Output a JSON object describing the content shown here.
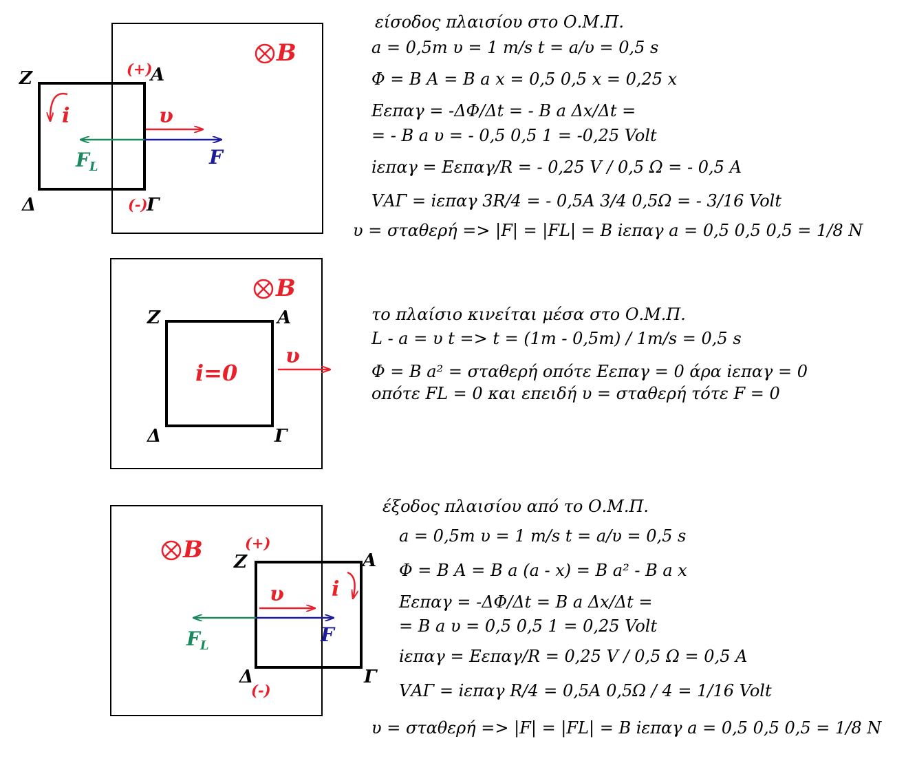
{
  "colors": {
    "red": "#e8202a",
    "green": "#1a8a5e",
    "blue": "#1c1c9a",
    "black": "#000000"
  },
  "magnetic_symbol": "circled-x-icon",
  "panel1": {
    "field_label": "B",
    "vertices": {
      "Z": "Z",
      "A": "A",
      "Gamma": "Γ",
      "Delta": "Δ"
    },
    "plus": "(+)",
    "minus": "(-)",
    "current": "i",
    "velocity": "υ",
    "lorentz": "F",
    "lorentz_sub": "L",
    "force": "F",
    "eq": [
      "είσοδος πλαισίου στο Ο.Μ.Π.",
      "a = 0,5m    υ = 1 m/s      t = a/υ = 0,5 s",
      "Φ = Β Α = Β a x = 0,5 0,5 x = 0,25 x",
      "Eεπαγ = -ΔΦ/Δt = - B a Δx/Δt =",
      " = - B a υ = - 0,5 0,5 1 = -0,25 Volt",
      "iεπαγ = Eεπαγ/R = - 0,25 V / 0,5 Ω = - 0,5 A",
      "VΑΓ = iεπαγ 3R/4 = - 0,5A 3/4 0,5Ω = - 3/16 Volt",
      "υ = σταθερή => |F| = |FL| = B iεπαγ a = 0,5 0,5 0,5 = 1/8 N"
    ]
  },
  "panel2": {
    "field_label": "B",
    "vertices": {
      "Z": "Z",
      "A": "A",
      "Gamma": "Γ",
      "Delta": "Δ"
    },
    "current_zero": "i=0",
    "velocity": "υ",
    "eq": [
      "το πλαίσιο κινείται μέσα στο Ο.Μ.Π.",
      "L - a = υ t => t = (1m - 0,5m) / 1m/s = 0,5 s",
      "Φ = Β a² = σταθερή  οπότε Eεπαγ = 0    άρα  iεπαγ = 0",
      "οπότε  FL = 0  και επειδή  υ = σταθερή  τότε F = 0"
    ]
  },
  "panel3": {
    "field_label": "B",
    "vertices": {
      "Z": "Z",
      "A": "A",
      "Gamma": "Γ",
      "Delta": "Δ"
    },
    "plus": "(+)",
    "minus": "(-)",
    "current": "i",
    "velocity": "υ",
    "lorentz": "F",
    "lorentz_sub": "L",
    "force": "F",
    "eq": [
      "έξοδος πλαισίου από το Ο.Μ.Π.",
      "a = 0,5m    υ = 1 m/s      t = a/υ = 0,5 s",
      "Φ = Β Α =  Β a (a - x) = B a² - B a x",
      "Eεπαγ = -ΔΦ/Δt =   B a Δx/Δt =",
      " =   B a υ =   0,5 0,5 1 =  0,25 Volt",
      "iεπαγ = Eεπαγ/R = 0,25 V / 0,5 Ω = 0,5 A",
      "VΑΓ = iεπαγ R/4 = 0,5A  0,5Ω / 4 = 1/16 Volt",
      "υ = σταθερή => |F| = |FL| = B iεπαγ a = 0,5 0,5 0,5 = 1/8 N"
    ]
  }
}
